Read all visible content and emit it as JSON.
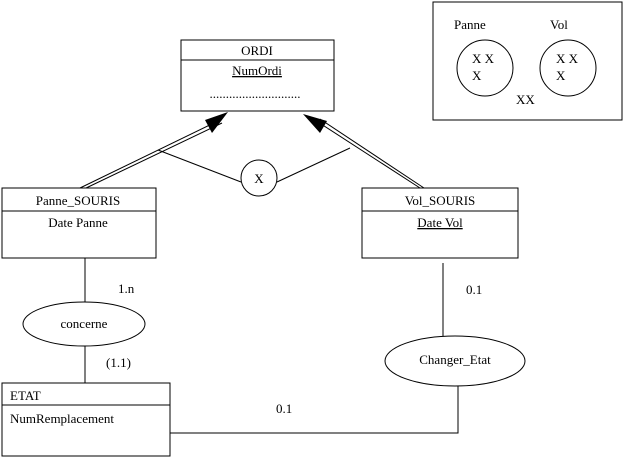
{
  "entities": {
    "ordi": {
      "name": "ORDI",
      "key": "NumOrdi",
      "dots": "............................"
    },
    "panne_souris": {
      "name": "Panne_SOURIS",
      "attribute": "Date Panne"
    },
    "vol_souris": {
      "name": "Vol_SOURIS",
      "attribute": "Date Vol"
    },
    "etat": {
      "name": "ETAT",
      "attribute": "NumRemplacement"
    }
  },
  "inheritance": {
    "constraint_label": "X"
  },
  "associations": {
    "concerne": {
      "name": "concerne",
      "card_panne": "1.n",
      "card_etat": "(1.1)"
    },
    "changer_etat": {
      "name": "Changer_Etat",
      "card_vol": "0.1",
      "card_etat": "0.1"
    }
  },
  "legend": {
    "set_a": "Panne",
    "set_b": "Vol",
    "elements_a_line1": "X X",
    "elements_a_line2": "X",
    "elements_b_line1": "X X",
    "elements_b_line2": "X",
    "outside": "XX"
  }
}
